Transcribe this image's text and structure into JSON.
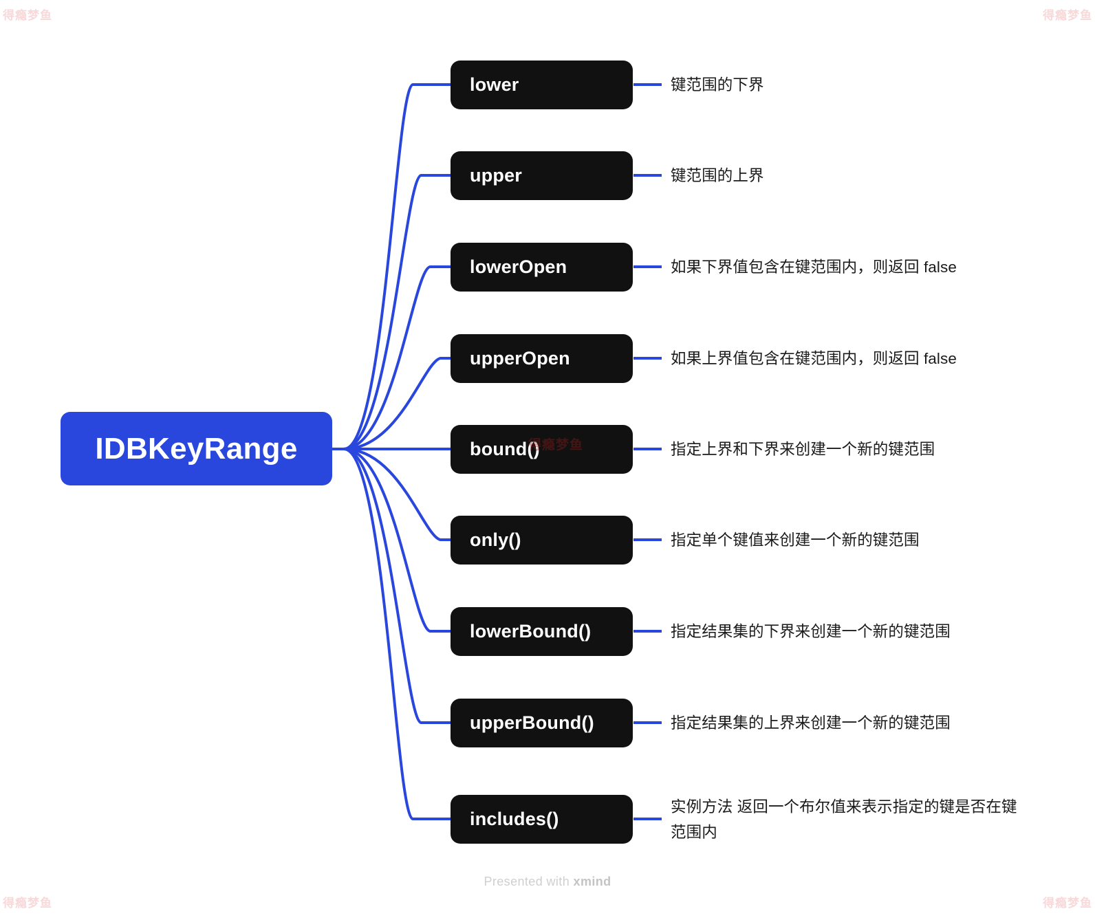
{
  "root": {
    "label": "IDBKeyRange",
    "color": "#2a47dd"
  },
  "branch_color": "#2a47dd",
  "topic_bg": "#111111",
  "topics": [
    {
      "label": "lower",
      "desc": "键范围的下界"
    },
    {
      "label": "upper",
      "desc": "键范围的上界"
    },
    {
      "label": "lowerOpen",
      "desc": "如果下界值包含在键范围内，则返回 false"
    },
    {
      "label": "upperOpen",
      "desc": "如果上界值包含在键范围内，则返回 false"
    },
    {
      "label": "bound()",
      "desc": "指定上界和下界来创建一个新的键范围"
    },
    {
      "label": "only()",
      "desc": "指定单个键值来创建一个新的键范围"
    },
    {
      "label": "lowerBound()",
      "desc": "指定结果集的下界来创建一个新的键范围"
    },
    {
      "label": "upperBound()",
      "desc": "指定结果集的上界来创建一个新的键范围"
    },
    {
      "label": "includes()",
      "desc": "实例方法 返回一个布尔值来表示指定的键是否在键范围内"
    }
  ],
  "footer": {
    "prefix": "Presented with ",
    "brand": "xmind"
  },
  "watermark": {
    "text": "得瘾梦鱼"
  }
}
